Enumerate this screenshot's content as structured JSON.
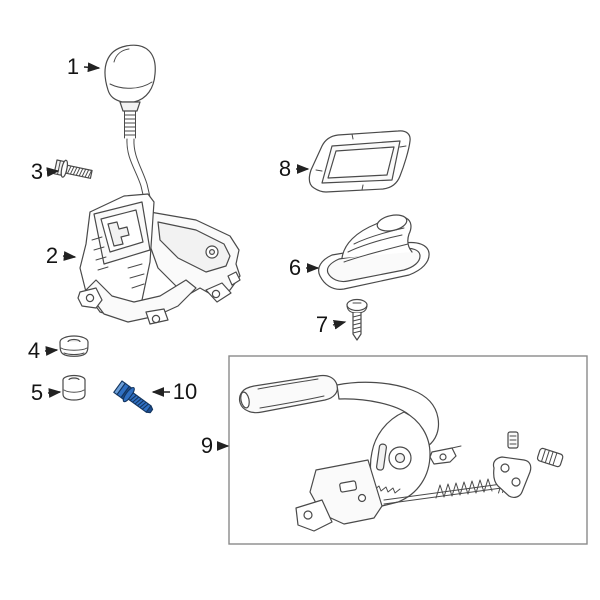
{
  "colors": {
    "background": "#ffffff",
    "line": "#4a4a4a",
    "label": "#141414",
    "highlight": "#2f6fc2",
    "box_border": "#8a8a8a"
  },
  "callouts": {
    "c1": "1",
    "c2": "2",
    "c3": "3",
    "c4": "4",
    "c5": "5",
    "c6": "6",
    "c7": "7",
    "c8": "8",
    "c9": "9",
    "c10": "10"
  }
}
